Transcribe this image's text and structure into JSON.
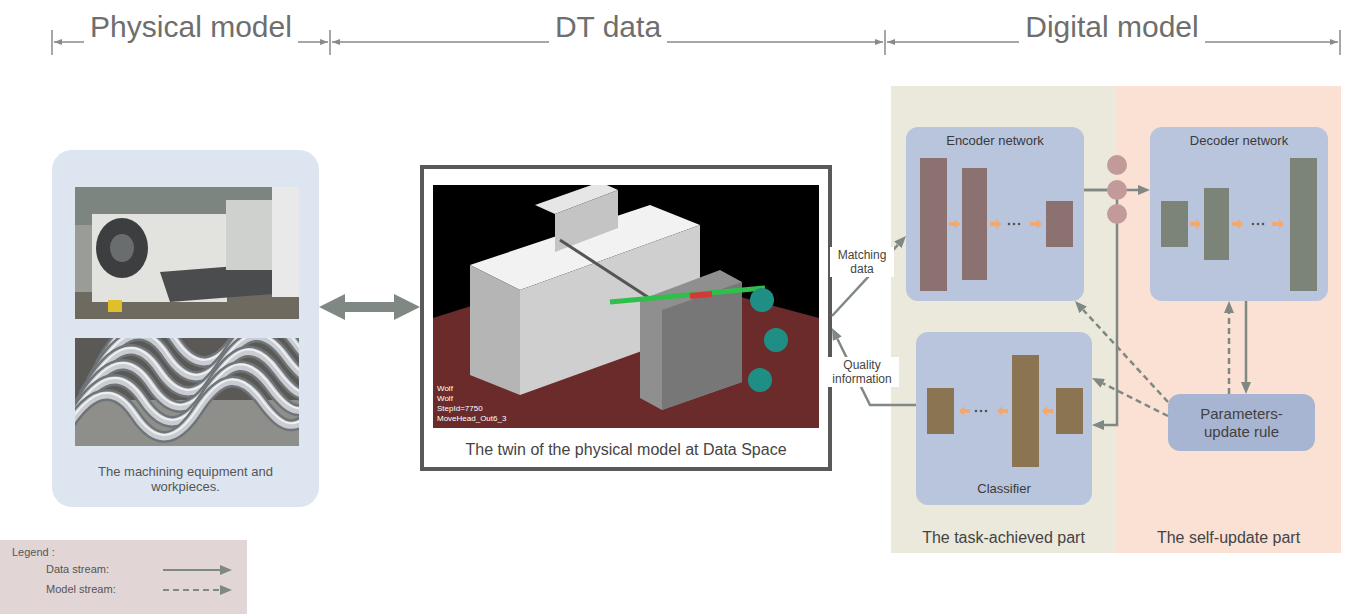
{
  "diagram": {
    "nodes": [
      {
        "text": [
          "The machining equipment and workpieces."
        ]
      },
      {
        "text": [
          "The twin of the physical model at Data Space"
        ]
      },
      {
        "text": [
          "The task-achieved part"
        ]
      },
      {
        "text": [
          "The self-update part"
        ]
      },
      {
        "text": [
          "Encoder network"
        ],
        "in": 2
      },
      {
        "text": [
          "Classifier"
        ],
        "in": 2
      },
      {
        "text": [
          "Decoder network"
        ],
        "in": 3
      },
      {
        "text": [
          "Parameters-update rule"
        ],
        "in": 3
      }
    ],
    "edges": [
      {
        "from": 0,
        "to": 1,
        "arrow": "both"
      },
      {
        "from": 1,
        "to": 4,
        "label": "Matching data",
        "arrow": "to"
      },
      {
        "from": 5,
        "to": 1,
        "label": "Quality information",
        "arrow": "to"
      },
      {
        "from": 4,
        "to": 6,
        "arrow": "to"
      },
      {
        "from": 4,
        "to": 5,
        "arrow": "to"
      },
      {
        "from": 6,
        "to": 7,
        "arrow": "to"
      },
      {
        "from": 7,
        "to": 6,
        "arrow": "to"
      },
      {
        "from": 7,
        "to": 4,
        "arrow": "to"
      },
      {
        "from": 7,
        "to": 5,
        "arrow": "to"
      }
    ],
    "labels": [
      "Physical model",
      "DT data",
      "Digital model",
      "Wolf",
      "Wolf",
      "StepId=7750",
      "MoveHead_Out6_3",
      "Legend :"
    ],
    "legend": [
      {
        "text": "Data stream:"
      },
      {
        "text": "Model stream:"
      }
    ]
  }
}
